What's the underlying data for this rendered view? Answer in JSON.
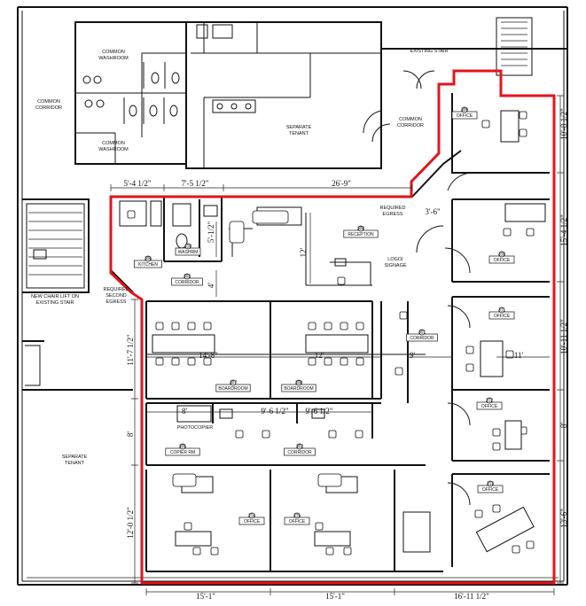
{
  "areas": {
    "common_washroom_top": "COMMON\nWASHROOM",
    "common_washroom_bottom": "COMMON\nWASHROOM",
    "common_corridor_left": "COMMON\nCORRIDOR",
    "separate_tenant_top": "SEPARATE\nTENANT",
    "common_corridor_right": "COMMON\nCORRIDOR",
    "existing_stair_top": "EXISTING STAIR",
    "new_chair_lift": "NEW CHAIR LIFT ON\nEXISTING STAIR",
    "separate_tenant_left": "SEPARATE\nTENANT",
    "required_egress": "REQUIRED\nEGRESS",
    "required_second_egress": "REQUIRED\nSECOND\nEGRESS",
    "logo_signage": "LOGO/\nSIGNAGE",
    "photocopier": "PHOTOCOPIER"
  },
  "rooms": [
    {
      "num": "309",
      "name": "OFFICE"
    },
    {
      "num": "310",
      "name": "OFFICE"
    },
    {
      "num": "311",
      "name": "OFFICE"
    },
    {
      "num": "312",
      "name": "OFFICE"
    },
    {
      "num": "313",
      "name": "OFFICE"
    },
    {
      "num": "314",
      "name": "OFFICE"
    },
    {
      "num": "315",
      "name": "OFFICE"
    },
    {
      "num": "300",
      "name": "RECEPTION"
    },
    {
      "num": "301",
      "name": "CORRIDOR"
    },
    {
      "num": "302",
      "name": "CORRIDOR"
    },
    {
      "num": "303",
      "name": "CORRIDOR"
    },
    {
      "num": "305",
      "name": "COPIER RM"
    },
    {
      "num": "306",
      "name": "KITCHEN"
    },
    {
      "num": "307",
      "name": "BOARDROOM"
    },
    {
      "num": "308",
      "name": "BOARDROOM"
    },
    {
      "num": "310",
      "name": "WASHRM"
    }
  ],
  "dimensions": {
    "d1": "5'-4 1/2\"",
    "d2": "7'-5 1/2\"",
    "d3": "26'-9\"",
    "d4": "3'-6\"",
    "d5": "10'-8 1/2\"",
    "d6": "15'-4 1/2\"",
    "d7": "10'-11 1/2\"",
    "d8": "8'",
    "d9": "13'-6\"",
    "d10": "11'-7 1/2\"",
    "d11": "8'",
    "d12": "12'-0 1/2\"",
    "d13": "14'-8\"",
    "d14": "12'",
    "d15": "9'",
    "d16": "11'",
    "d17": "9'-6 1/2\"",
    "d18": "9'-6 1/2\"",
    "d19": "8'",
    "d20": "12'",
    "d21": "4'",
    "d22": "5'-1/2\"",
    "d23": "15'-1\"",
    "d24": "15'-1\"",
    "d25": "16'-11 1/2\""
  },
  "colors": {
    "outline": "#e3141b",
    "wall": "#111111"
  }
}
